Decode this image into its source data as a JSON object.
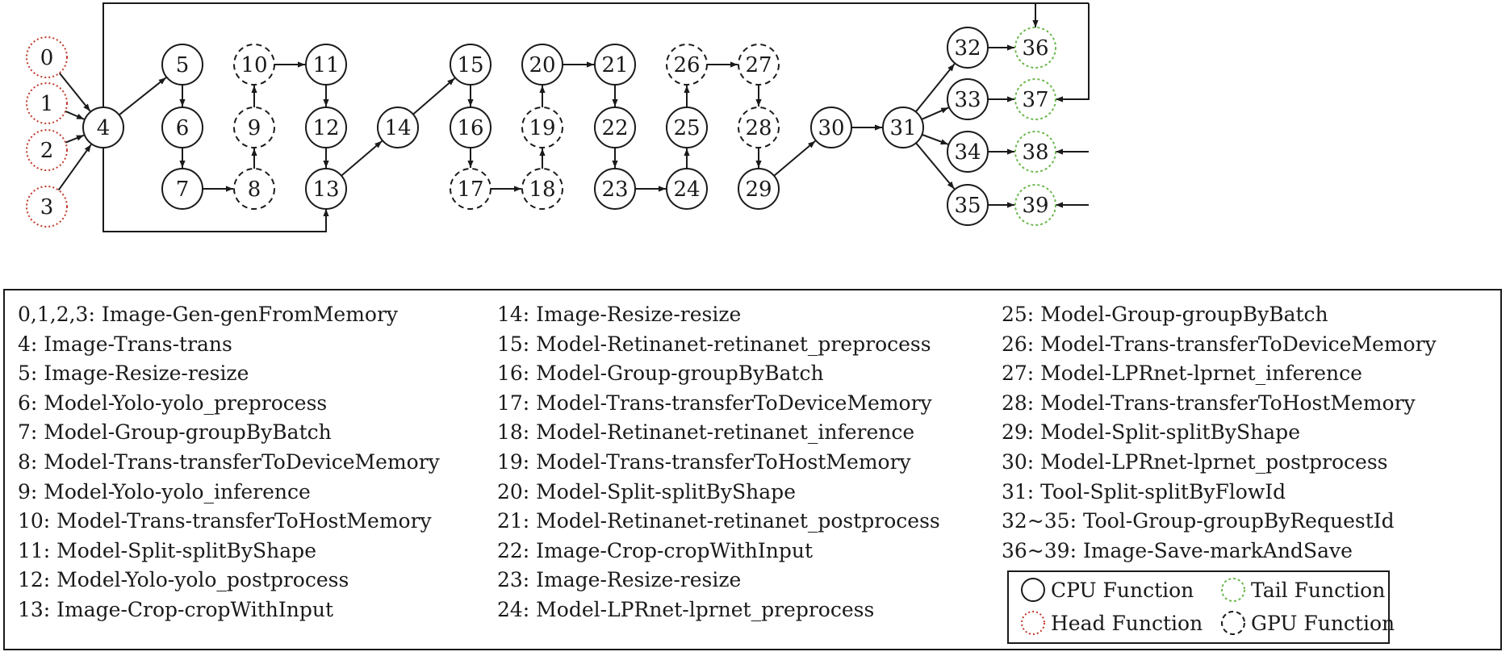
{
  "colors": {
    "cpu": "#1a1a1a",
    "gpu": "#1a1a1a",
    "head": "#c0392b",
    "tail": "#6db84f"
  },
  "nodes": [
    {
      "id": "0",
      "kind": "head"
    },
    {
      "id": "1",
      "kind": "head"
    },
    {
      "id": "2",
      "kind": "head"
    },
    {
      "id": "3",
      "kind": "head"
    },
    {
      "id": "4",
      "kind": "cpu"
    },
    {
      "id": "5",
      "kind": "cpu"
    },
    {
      "id": "6",
      "kind": "cpu"
    },
    {
      "id": "7",
      "kind": "cpu"
    },
    {
      "id": "8",
      "kind": "gpu"
    },
    {
      "id": "9",
      "kind": "gpu"
    },
    {
      "id": "10",
      "kind": "gpu"
    },
    {
      "id": "11",
      "kind": "cpu"
    },
    {
      "id": "12",
      "kind": "cpu"
    },
    {
      "id": "13",
      "kind": "cpu"
    },
    {
      "id": "14",
      "kind": "cpu"
    },
    {
      "id": "15",
      "kind": "cpu"
    },
    {
      "id": "16",
      "kind": "cpu"
    },
    {
      "id": "17",
      "kind": "gpu"
    },
    {
      "id": "18",
      "kind": "gpu"
    },
    {
      "id": "19",
      "kind": "gpu"
    },
    {
      "id": "20",
      "kind": "cpu"
    },
    {
      "id": "21",
      "kind": "cpu"
    },
    {
      "id": "22",
      "kind": "cpu"
    },
    {
      "id": "23",
      "kind": "cpu"
    },
    {
      "id": "24",
      "kind": "cpu"
    },
    {
      "id": "25",
      "kind": "cpu"
    },
    {
      "id": "26",
      "kind": "gpu"
    },
    {
      "id": "27",
      "kind": "gpu"
    },
    {
      "id": "28",
      "kind": "gpu"
    },
    {
      "id": "29",
      "kind": "cpu"
    },
    {
      "id": "30",
      "kind": "cpu"
    },
    {
      "id": "31",
      "kind": "cpu"
    },
    {
      "id": "32",
      "kind": "cpu"
    },
    {
      "id": "33",
      "kind": "cpu"
    },
    {
      "id": "34",
      "kind": "cpu"
    },
    {
      "id": "35",
      "kind": "cpu"
    },
    {
      "id": "36",
      "kind": "tail"
    },
    {
      "id": "37",
      "kind": "tail"
    },
    {
      "id": "38",
      "kind": "tail"
    },
    {
      "id": "39",
      "kind": "tail"
    }
  ],
  "edges": [
    [
      "0",
      "4"
    ],
    [
      "1",
      "4"
    ],
    [
      "2",
      "4"
    ],
    [
      "3",
      "4"
    ],
    [
      "4",
      "5"
    ],
    [
      "5",
      "6"
    ],
    [
      "6",
      "7"
    ],
    [
      "7",
      "8"
    ],
    [
      "8",
      "9"
    ],
    [
      "9",
      "10"
    ],
    [
      "10",
      "11"
    ],
    [
      "11",
      "12"
    ],
    [
      "12",
      "13"
    ],
    [
      "4",
      "13"
    ],
    [
      "13",
      "14"
    ],
    [
      "14",
      "15"
    ],
    [
      "15",
      "16"
    ],
    [
      "16",
      "17"
    ],
    [
      "17",
      "18"
    ],
    [
      "18",
      "19"
    ],
    [
      "19",
      "20"
    ],
    [
      "20",
      "21"
    ],
    [
      "21",
      "22"
    ],
    [
      "22",
      "23"
    ],
    [
      "23",
      "24"
    ],
    [
      "24",
      "25"
    ],
    [
      "25",
      "26"
    ],
    [
      "26",
      "27"
    ],
    [
      "27",
      "28"
    ],
    [
      "28",
      "29"
    ],
    [
      "29",
      "30"
    ],
    [
      "30",
      "31"
    ],
    [
      "31",
      "32"
    ],
    [
      "31",
      "33"
    ],
    [
      "31",
      "34"
    ],
    [
      "31",
      "35"
    ],
    [
      "32",
      "36"
    ],
    [
      "33",
      "37"
    ],
    [
      "34",
      "38"
    ],
    [
      "35",
      "39"
    ],
    [
      "4",
      "36"
    ],
    [
      "4",
      "37"
    ],
    [
      "4",
      "38"
    ],
    [
      "4",
      "39"
    ]
  ],
  "legend": {
    "columns": [
      [
        "0,1,2,3: Image-Gen-genFromMemory",
        "4: Image-Trans-trans",
        "5: Image-Resize-resize",
        "6: Model-Yolo-yolo_preprocess",
        "7: Model-Group-groupByBatch",
        "8: Model-Trans-transferToDeviceMemory",
        "9: Model-Yolo-yolo_inference",
        "10: Model-Trans-transferToHostMemory",
        "11: Model-Split-splitByShape",
        "12: Model-Yolo-yolo_postprocess",
        "13: Image-Crop-cropWithInput"
      ],
      [
        "14: Image-Resize-resize",
        "15: Model-Retinanet-retinanet_preprocess",
        "16: Model-Group-groupByBatch",
        "17: Model-Trans-transferToDeviceMemory",
        "18: Model-Retinanet-retinanet_inference",
        "19: Model-Trans-transferToHostMemory",
        "20: Model-Split-splitByShape",
        "21: Model-Retinanet-retinanet_postprocess",
        "22: Image-Crop-cropWithInput",
        "23: Image-Resize-resize",
        "24: Model-LPRnet-lprnet_preprocess"
      ],
      [
        "25: Model-Group-groupByBatch",
        "26: Model-Trans-transferToDeviceMemory",
        "27: Model-LPRnet-lprnet_inference",
        "28: Model-Trans-transferToHostMemory",
        "29: Model-Split-splitByShape",
        "30: Model-LPRnet-lprnet_postprocess",
        "31: Tool-Split-splitByFlowId",
        "32~35: Tool-Group-groupByRequestId",
        "36~39: Image-Save-markAndSave"
      ]
    ],
    "kinds": {
      "cpu": "CPU Function",
      "tail": "Tail Function",
      "head": "Head Function",
      "gpu": "GPU Function"
    }
  }
}
